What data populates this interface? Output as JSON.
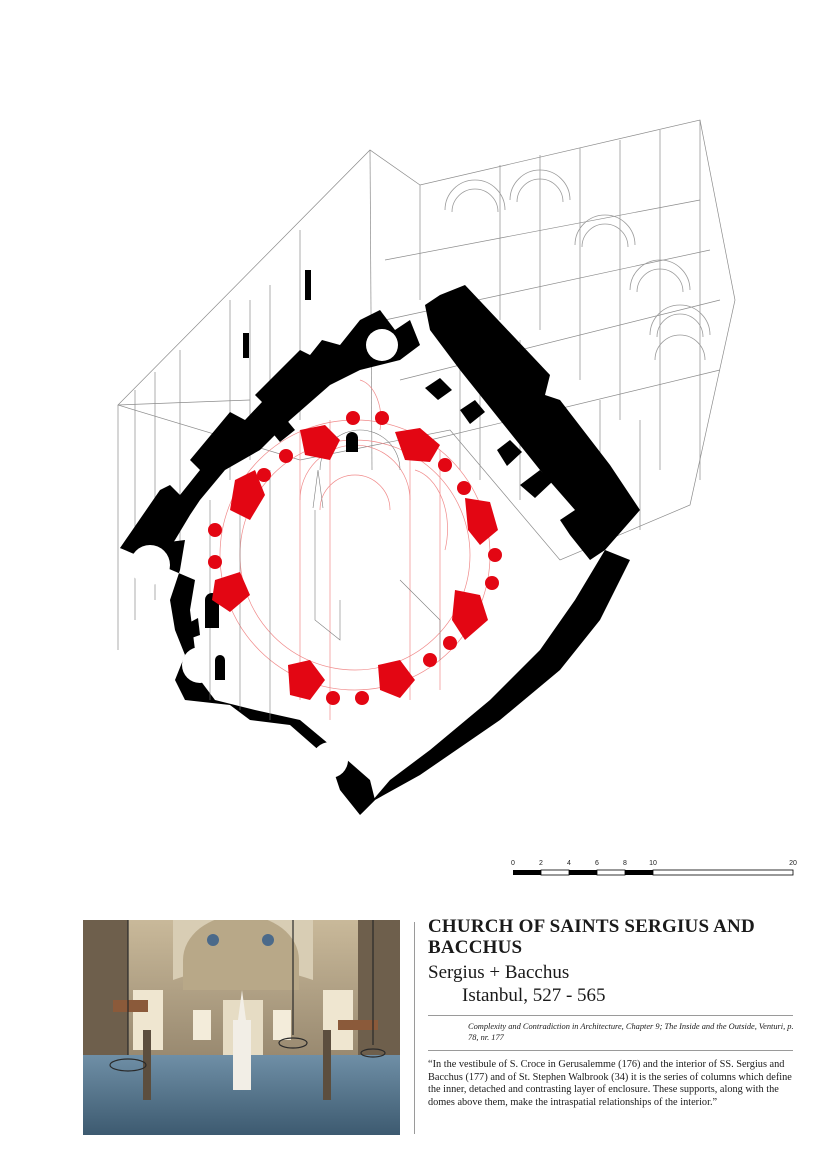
{
  "scale_bar": {
    "labels": [
      "0",
      "2",
      "4",
      "6",
      "8",
      "10",
      "20"
    ]
  },
  "title": "CHURCH OF SAINTS SERGIUS AND BACCHUS",
  "subtitle": "Sergius + Bacchus",
  "location": "Istanbul, 527 - 565",
  "source_citation": "Complexity and Contradiction in Architecture, Chapter 9; The Inside and the Outside, Venturi, p. 78, nr. 177",
  "quote": "“In the vestibule of S. Croce in Gerusalemme (176) and the interior of SS. Sergius and Bacchus (177) and of St. Stephen Walbrook (34) it is the series of columns which define the inner, detached and contrasting layer of enclosure. These supports, along with the domes above them, make the intraspatial relationships of the interior.”",
  "colors": {
    "walls": "#000000",
    "columns": "#e30613",
    "linework": "#8c8c8c",
    "section_lines": "#f08a8a"
  },
  "icons": [
    "axonometric-plan-drawing",
    "interior-photo"
  ]
}
